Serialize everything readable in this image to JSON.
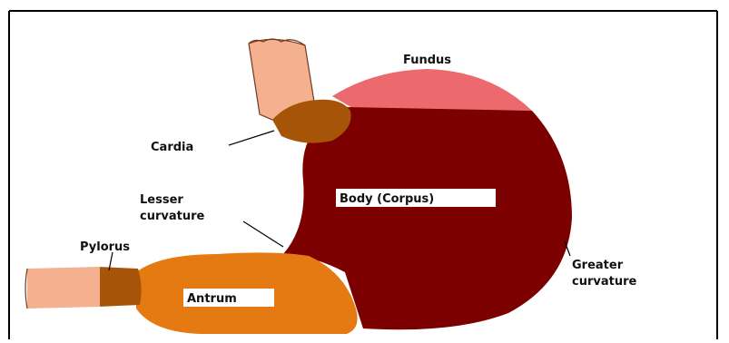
{
  "diagram": {
    "labels": {
      "fundus": "Fundus",
      "cardia": "Cardia",
      "lesser_line1": "Lesser",
      "lesser_line2": "curvature",
      "body": "Body (Corpus)",
      "pylorus": "Pylorus",
      "antrum": "Antrum",
      "greater_line1": "Greater",
      "greater_line2": "curvature"
    },
    "colors": {
      "esophagus": "#f4b08f",
      "fundus": "#ec6a6e",
      "cardia": "#a65508",
      "body": "#7c0000",
      "antrum": "#e57a12",
      "pylorus": "#a65508",
      "duodenum": "#f4b08f",
      "border": "#000000"
    }
  }
}
